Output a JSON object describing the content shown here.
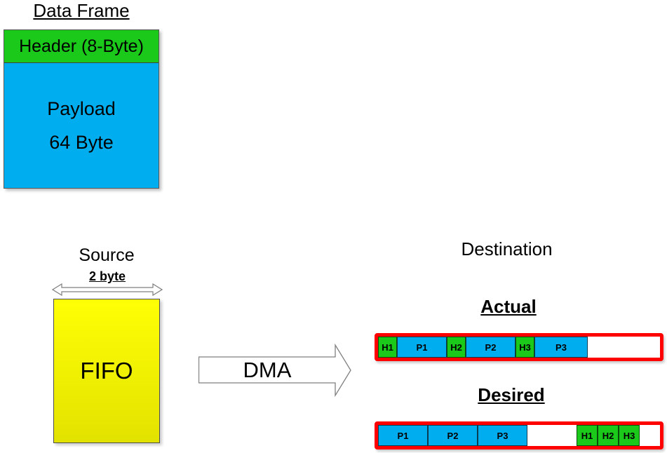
{
  "colors": {
    "green": "#1BC91B",
    "blue": "#00AEEF",
    "yellow-top": "#FFFF05",
    "yellow-bottom": "#E2E200",
    "red": "#FF0000"
  },
  "data_frame": {
    "title": "Data Frame",
    "header_label": "Header (8-Byte)",
    "payload_line1": "Payload",
    "payload_line2": "64 Byte"
  },
  "source": {
    "label": "Source",
    "width_label": "2 byte",
    "fifo_label": "FIFO"
  },
  "dma": {
    "label": "DMA"
  },
  "destination": {
    "label": "Destination",
    "actual": {
      "heading": "Actual",
      "segments": [
        {
          "label": "H1",
          "kind": "header",
          "w": 27
        },
        {
          "label": "P1",
          "kind": "payload",
          "w": 71
        },
        {
          "label": "H2",
          "kind": "header",
          "w": 27
        },
        {
          "label": "P2",
          "kind": "payload",
          "w": 71
        },
        {
          "label": "H3",
          "kind": "header",
          "w": 27
        },
        {
          "label": "P3",
          "kind": "payload",
          "w": 76
        },
        {
          "label": "",
          "kind": "empty",
          "w": 103
        }
      ]
    },
    "desired": {
      "heading": "Desired",
      "segments": [
        {
          "label": "P1",
          "kind": "payload",
          "w": 71
        },
        {
          "label": "P2",
          "kind": "payload",
          "w": 71
        },
        {
          "label": "P3",
          "kind": "payload",
          "w": 71
        },
        {
          "label": "",
          "kind": "empty",
          "w": 70
        },
        {
          "label": "H1",
          "kind": "header",
          "w": 30
        },
        {
          "label": "H2",
          "kind": "header",
          "w": 30
        },
        {
          "label": "H3",
          "kind": "header",
          "w": 30
        },
        {
          "label": "",
          "kind": "empty",
          "w": 29
        }
      ]
    }
  }
}
